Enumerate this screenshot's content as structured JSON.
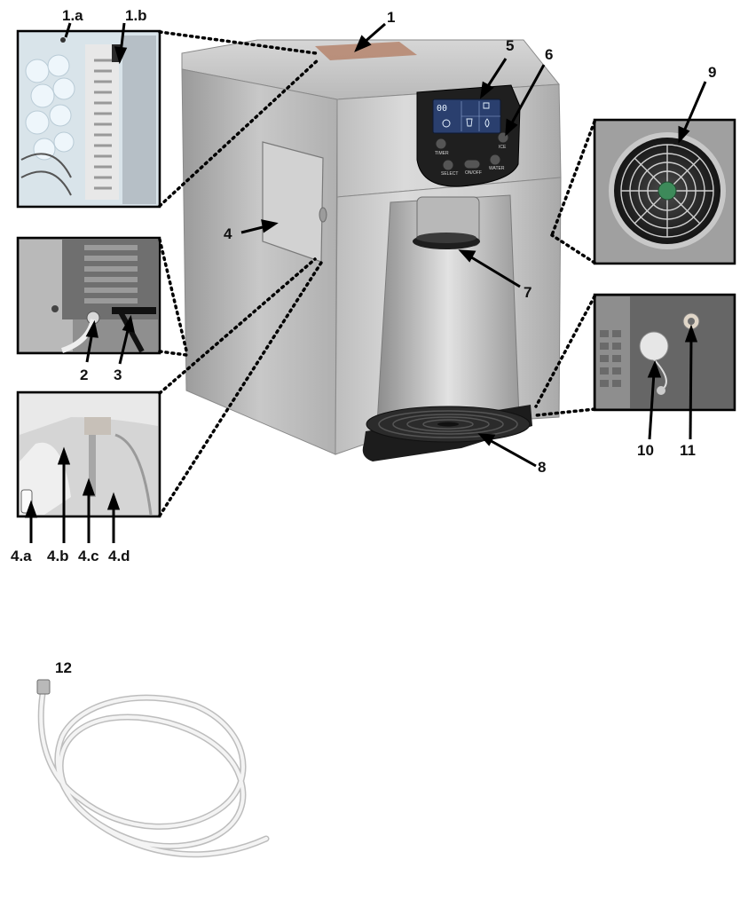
{
  "labels": {
    "l1": "1",
    "l1a": "1.a",
    "l1b": "1.b",
    "l2": "2",
    "l3": "3",
    "l4": "4",
    "l4a": "4.a",
    "l4b": "4.b",
    "l4c": "4.c",
    "l4d": "4.d",
    "l5": "5",
    "l6": "6",
    "l7": "7",
    "l8": "8",
    "l9": "9",
    "l10": "10",
    "l11": "11",
    "l12": "12"
  },
  "panel": {
    "display_digits": "00",
    "btn_timer": "TIMER",
    "btn_select": "SELECT",
    "btn_onoff": "ON/OFF",
    "btn_water": "WATER",
    "btn_ice": "ICE"
  },
  "colors": {
    "body_silver": "#c9c9c9",
    "panel_black": "#1f1f1f",
    "lcd_blue": "#2a3f6e",
    "tray_black": "#222222",
    "leader": "#000000"
  }
}
